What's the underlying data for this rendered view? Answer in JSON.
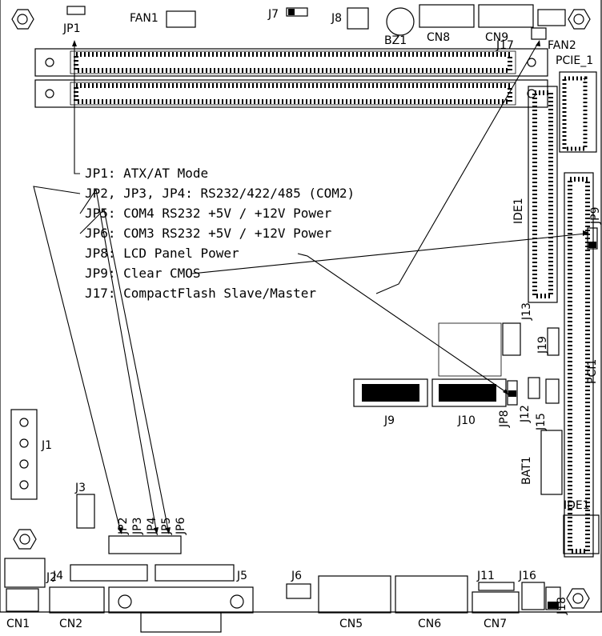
{
  "labels": {
    "jp1": "JP1",
    "fan1": "FAN1",
    "j7": "J7",
    "j8": "J8",
    "bz1": "BZ1",
    "cn8": "CN8",
    "cn9": "CN9",
    "j17": "J17",
    "fan2": "FAN2",
    "pcie1": "PCIE_1",
    "ide1_top": "IDE1",
    "jp9": "JP9",
    "pci1": "PCI1",
    "j13": "J13",
    "j19": "J19",
    "j9": "J9",
    "j10": "J10",
    "jp8": "JP8",
    "j12": "J12",
    "j15": "J15",
    "bat1": "BAT1",
    "ide1_bot": "IDE1",
    "j1": "J1",
    "j3": "J3",
    "j2": "J2",
    "jp2": "JP2",
    "jp3": "JP3",
    "jp4": "JP4",
    "jp5": "JP5",
    "jp6": "JP6",
    "j4": "J4",
    "j5": "J5",
    "j6": "J6",
    "j11": "J11",
    "j16": "J16",
    "j18": "J18",
    "cn1": "CN1",
    "cn2": "CN2",
    "cn5": "CN5",
    "cn6": "CN6",
    "cn7": "CN7"
  },
  "legend": [
    "JP1: ATX/AT Mode",
    "JP2, JP3, JP4: RS232/422/485 (COM2)",
    "JP5: COM4 RS232 +5V / +12V Power",
    "JP6: COM3 RS232 +5V / +12V Power",
    "JP8: LCD Panel Power",
    "JP9: Clear CMOS",
    "J17: CompactFlash Slave/Master"
  ]
}
